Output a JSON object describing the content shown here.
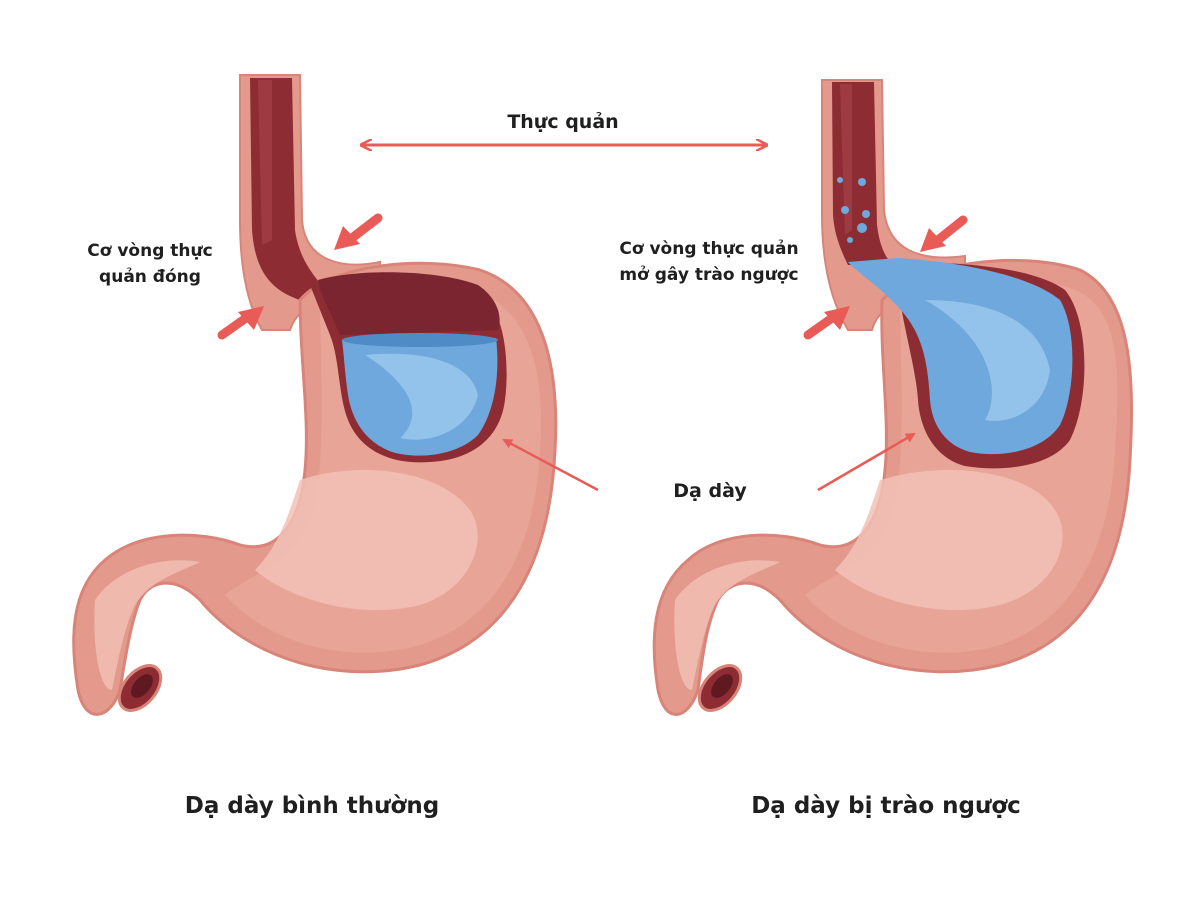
{
  "labels": {
    "esophagus": "Thực quản",
    "sphincter_closed_line1": "Cơ vòng thực",
    "sphincter_closed_line2": "quản đóng",
    "sphincter_open_line1": "Cơ vòng thực quản",
    "sphincter_open_line2": "mở gây trào ngược",
    "stomach": "Dạ dày",
    "caption_normal": "Dạ dày bình thường",
    "caption_reflux": "Dạ dày bị trào ngược"
  },
  "colors": {
    "stomach_wall": "#e39a8c",
    "stomach_outline": "#d98478",
    "stomach_highlight": "#f2c1b6",
    "stomach_inner_lining": "#8e2c34",
    "gastric_fluid": "#6fa8dc",
    "gastric_fluid_light": "#9cc8ee",
    "esophagus_lumen": "#8e2c34",
    "arrow": "#e85b57",
    "text": "#1f1f1f"
  }
}
